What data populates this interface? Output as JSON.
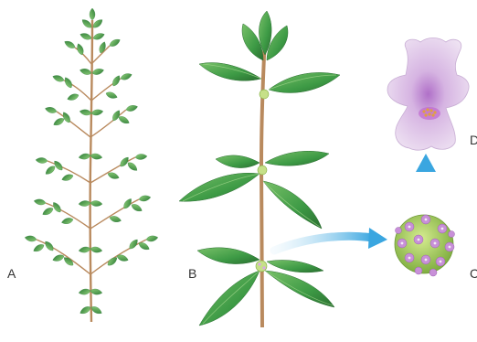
{
  "figure": {
    "labels": {
      "a": "A",
      "b": "B",
      "c": "C",
      "d": "D"
    },
    "colors": {
      "stem": "#b98a5e",
      "leaf_light": "#8fd07a",
      "leaf_mid": "#4fae50",
      "leaf_dark": "#2f7d38",
      "flower_head": "#b8d870",
      "floret": "#c890d8",
      "flower_magnified": "#dcc4e6",
      "flower_center": "#e0a040",
      "arrow": "#5ab8e6"
    },
    "icons": [
      "shrub-plant",
      "stem-detail",
      "flower-head",
      "single-flower",
      "arrow-right",
      "arrow-up"
    ]
  }
}
